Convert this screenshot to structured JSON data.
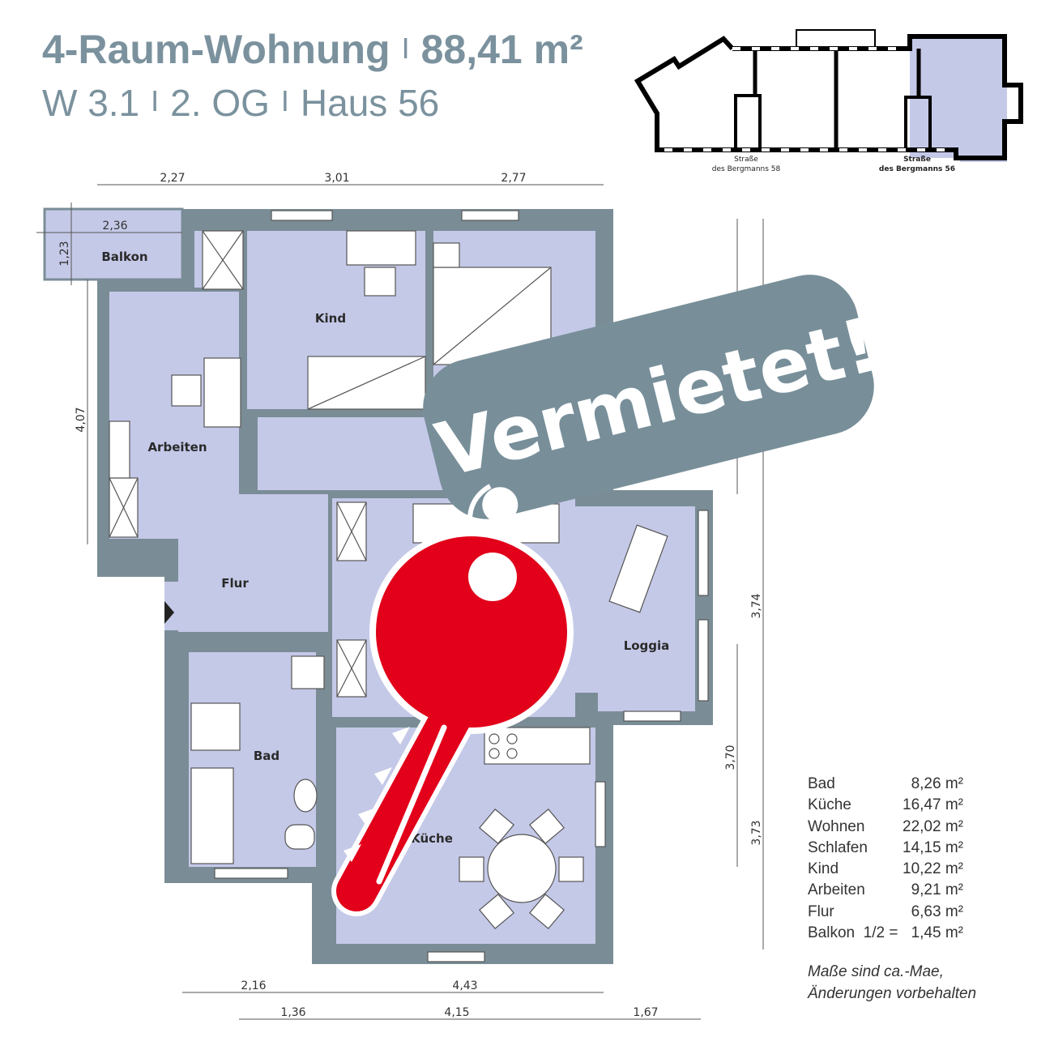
{
  "header": {
    "type": "4-Raum-Wohnung",
    "size": "88,41 m²",
    "unit": "W 3.1",
    "floor": "2. OG",
    "house": "Haus 56",
    "separator": "I"
  },
  "site_plan": {
    "label_58_line1": "Straße",
    "label_58_line2": "des Bergmanns 58",
    "label_56_line1": "Straße",
    "label_56_line2": "des Bergmanns 56",
    "highlight_color": "#c5c9e8"
  },
  "rooms": {
    "balkon": "Balkon",
    "kind": "Kind",
    "arbeiten": "Arbeiten",
    "flur": "Flur",
    "bad": "Bad",
    "kueche": "Küche",
    "loggia": "Loggia"
  },
  "dimensions": {
    "top": [
      "2,27",
      "3,01",
      "2,77"
    ],
    "balkon_width": "2,36",
    "balkon_depth": "1,23",
    "left": "4,07",
    "right_outer": [
      "3,70",
      "3,73"
    ],
    "right_inner": [
      "3,74"
    ],
    "bottom_row1": [
      "2,16",
      "4,43"
    ],
    "bottom_row2": [
      "1,36",
      "4,15",
      "1,67"
    ]
  },
  "area_table": [
    {
      "room": "Bad",
      "area": "8,26 m²"
    },
    {
      "room": "Küche",
      "area": "16,47 m²"
    },
    {
      "room": "Wohnen",
      "area": "22,02 m²"
    },
    {
      "room": "Schlafen",
      "area": "14,15 m²"
    },
    {
      "room": "Kind",
      "area": "10,22 m²"
    },
    {
      "room": "Arbeiten",
      "area": "9,21 m²"
    },
    {
      "room": "Flur",
      "area": "6,63 m²"
    },
    {
      "room": "Balkon  1/2 =",
      "area": "1,45 m²"
    }
  ],
  "note_line1": "Maße sind ca.-Mae,",
  "note_line2": "Änderungen vorbehalten",
  "stamp": {
    "text": "Vermietet!",
    "tag_color": "#788f9a",
    "key_color": "#e2001a"
  },
  "colors": {
    "wall": "#7a8d97",
    "room": "#c5c9e8",
    "title": "#7b929e"
  }
}
